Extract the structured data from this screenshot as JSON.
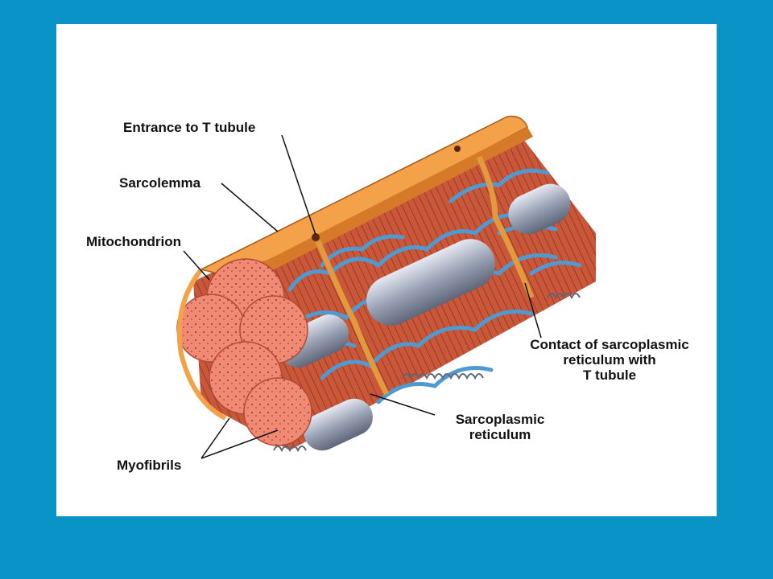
{
  "colors": {
    "frame": "#0a93c6",
    "panel": "#ffffff",
    "sarcolemma": "#f4a24a",
    "muscle": "#c9573a",
    "reticulum": "#4f9bd1",
    "ttubule": "#e39a3e",
    "mitochondrion": "#9aa3b5",
    "myofibril": "#f08a74"
  },
  "labels": {
    "t_tubule_entrance": "Entrance to T tubule",
    "sarcolemma": "Sarcolemma",
    "mitochondrion": "Mitochondrion",
    "contact_line1": "Contact of sarcoplasmic",
    "contact_line2": "reticulum with",
    "contact_line3": "T tubule",
    "sr_line1": "Sarcoplasmic",
    "sr_line2": "reticulum",
    "myofibrils": "Myofibrils"
  }
}
